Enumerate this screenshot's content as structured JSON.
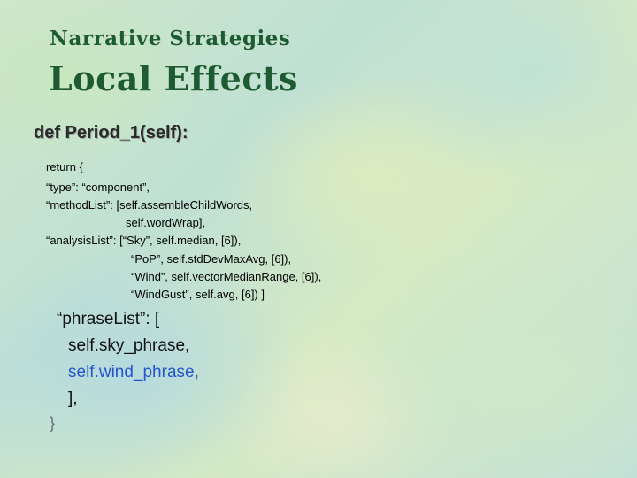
{
  "slide": {
    "subtitle": "Narrative Strategies",
    "title": "Local Effects",
    "def_line": "def Period_1(self):",
    "code_small": [
      "return {",
      "“type”: “component”,",
      "“methodList”: [self.assembleChildWords,",
      "self.wordWrap],",
      "“analysisList”: [“Sky”, self.median, [6]),",
      "“PoP”, self.stdDevMaxAvg, [6]),",
      "“Wind”, self.vectorMedianRange, [6]),",
      "“WindGust”, self.avg, [6]) ]"
    ],
    "code_large": [
      "“phraseList”: [",
      "self.sky_phrase,",
      "self.wind_phrase,",
      "],"
    ],
    "closing_brace": "}",
    "colors": {
      "title": "#1e5a32",
      "highlight": "#2456c8"
    }
  }
}
